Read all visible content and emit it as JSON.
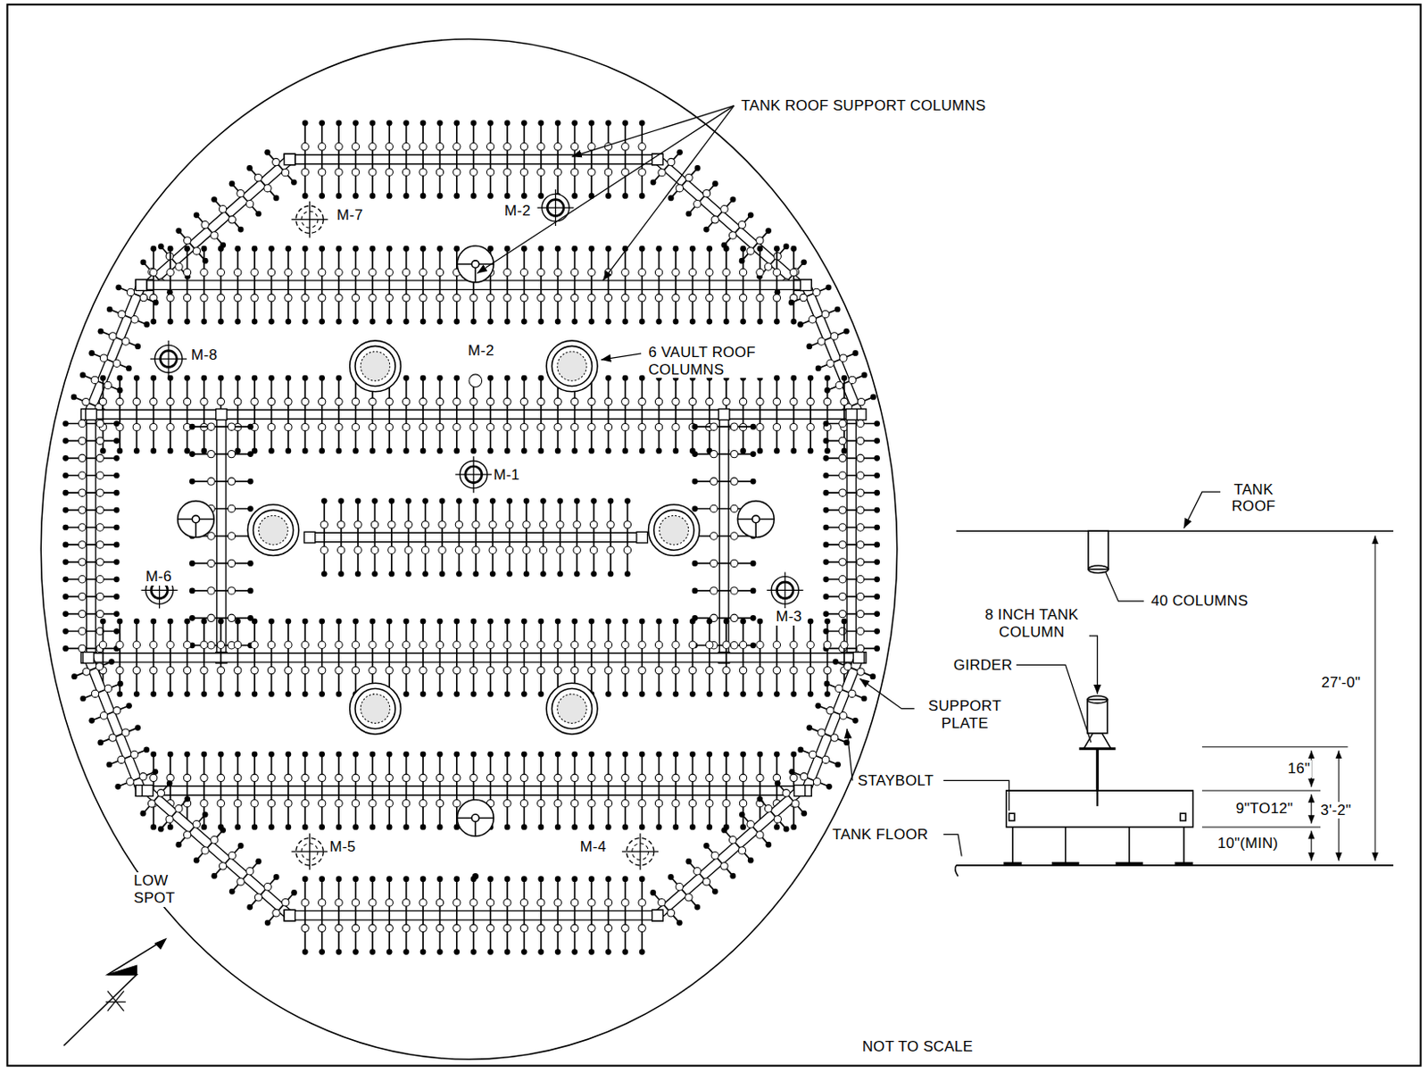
{
  "diagram": {
    "labels": [
      "TANK ROOF SUPPORT COLUMNS",
      "M-7",
      "M-2",
      "M-8",
      "M-2",
      "6 VAULT ROOF COLUMNS",
      "M-1",
      "TANK ROOF",
      "M-6",
      "M-3",
      "40 COLUMNS",
      "8 INCH TANK COLUMN",
      "GIRDER",
      "27'-0\"",
      "SUPPORT PLATE",
      "16\"",
      "STAYBOLT",
      "9\"TO12\"",
      "3'-2\"",
      "TANK FLOOR",
      "M-5",
      "M-4",
      "10\"(MIN)",
      "LOW SPOT",
      "NOT TO SCALE"
    ]
  }
}
